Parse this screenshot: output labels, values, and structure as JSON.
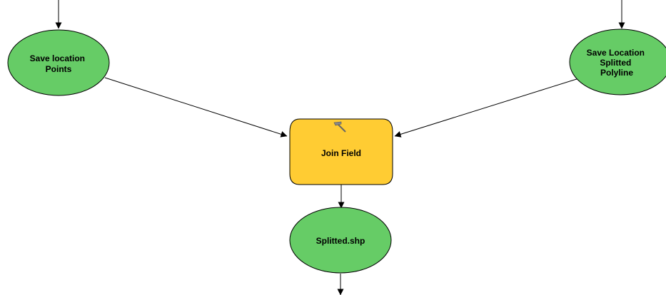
{
  "diagram": {
    "nodes": {
      "save_location_points": {
        "lines": [
          "Save location",
          "Points"
        ],
        "fill": "#66cc66"
      },
      "save_location_polyline": {
        "lines": [
          "Save Location",
          "Splitted",
          "Polyline"
        ],
        "fill": "#66cc66"
      },
      "join_field": {
        "lines": [
          "Join Field"
        ],
        "fill": "#ffcc33",
        "icon": "hammer-tool-icon"
      },
      "splitted_shp": {
        "lines": [
          "Splitted.shp"
        ],
        "fill": "#66cc66"
      }
    },
    "colors": {
      "stroke": "#000000",
      "connector": "#000000"
    }
  }
}
